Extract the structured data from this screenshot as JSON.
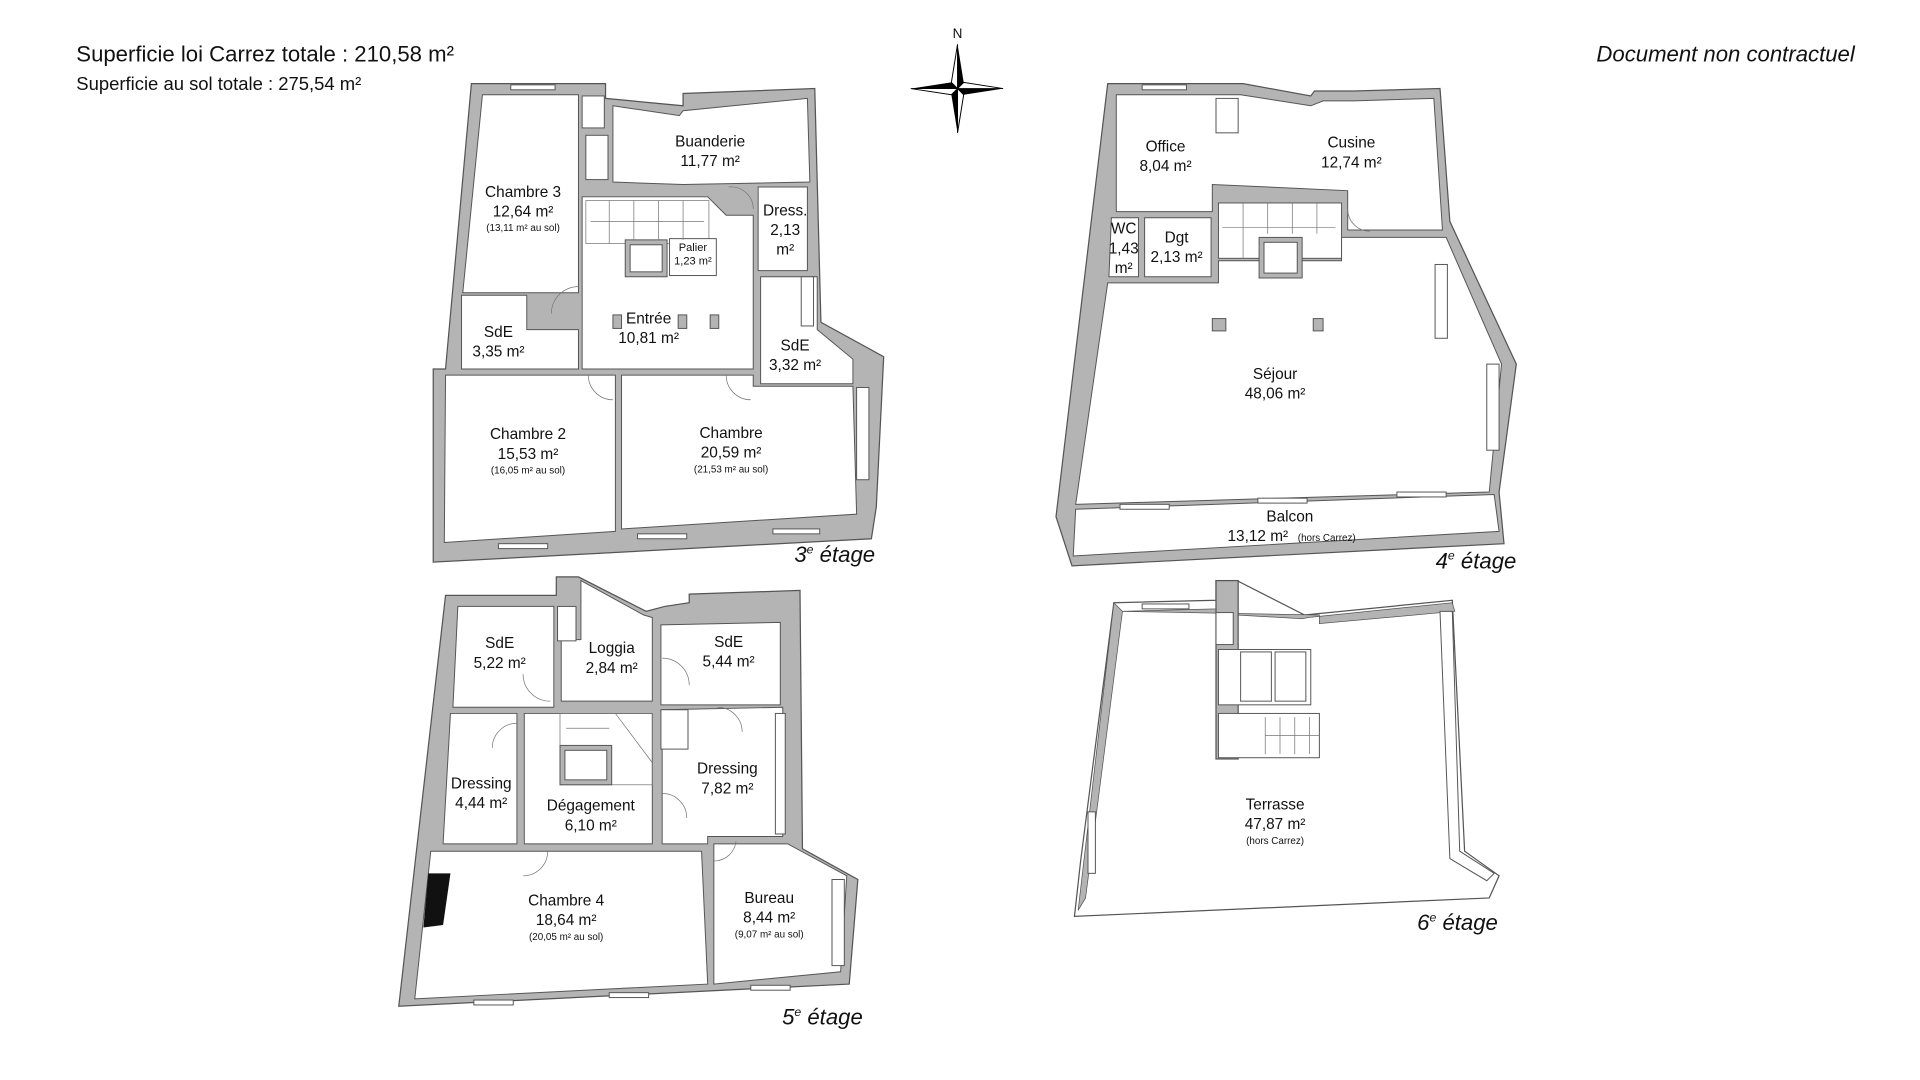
{
  "header": {
    "carrez_total": "Superficie loi Carrez totale :  210,58 m²",
    "sol_total": "Superficie au sol totale :  275,54 m²",
    "disclaimer": "Document non contractuel"
  },
  "compass": {
    "north_label": "N"
  },
  "floors": {
    "f3": {
      "number": "3",
      "suffix": "e",
      "label": " étage",
      "rooms": [
        {
          "name": "Buanderie",
          "area": "11,77 m²"
        },
        {
          "name": "Chambre 3",
          "area": "12,64 m²",
          "note": "(13,11 m² au sol)"
        },
        {
          "name": "Dress.",
          "area": "2,13",
          "area2": "m²"
        },
        {
          "name": "Palier",
          "area": "1,23 m²"
        },
        {
          "name": "Entrée",
          "area": "10,81 m²"
        },
        {
          "name": "SdE",
          "area": "3,35 m²"
        },
        {
          "name": "SdE",
          "area": "3,32 m²"
        },
        {
          "name": "Chambre 2",
          "area": "15,53 m²",
          "note": "(16,05 m² au sol)"
        },
        {
          "name": "Chambre",
          "area": "20,59 m²",
          "note": "(21,53 m² au sol)"
        }
      ]
    },
    "f4": {
      "number": "4",
      "suffix": "e",
      "label": " étage",
      "rooms": [
        {
          "name": "Office",
          "area": "8,04 m²"
        },
        {
          "name": "Cusine",
          "area": "12,74 m²"
        },
        {
          "name": "WC",
          "area": "1,43",
          "area2": "m²"
        },
        {
          "name": "Dgt",
          "area": "2,13 m²"
        },
        {
          "name": "Séjour",
          "area": "48,06 m²"
        },
        {
          "name": "Balcon",
          "area": "13,12 m²",
          "note": "(hors Carrez)"
        }
      ]
    },
    "f5": {
      "number": "5",
      "suffix": "e",
      "label": " étage",
      "rooms": [
        {
          "name": "SdE",
          "area": "5,22 m²"
        },
        {
          "name": "Loggia",
          "area": "2,84 m²"
        },
        {
          "name": "SdE",
          "area": "5,44 m²"
        },
        {
          "name": "Dressing",
          "area": "4,44 m²"
        },
        {
          "name": "Dégagement",
          "area": "6,10 m²"
        },
        {
          "name": "Dressing",
          "area": "7,82 m²"
        },
        {
          "name": "Chambre 4",
          "area": "18,64 m²",
          "note": "(20,05 m² au sol)"
        },
        {
          "name": "Bureau",
          "area": "8,44 m²",
          "note": "(9,07 m² au sol)"
        }
      ]
    },
    "f6": {
      "number": "6",
      "suffix": "e",
      "label": " étage",
      "rooms": [
        {
          "name": "Terrasse",
          "area": "47,87 m²",
          "note": "(hors Carrez)"
        }
      ]
    }
  }
}
